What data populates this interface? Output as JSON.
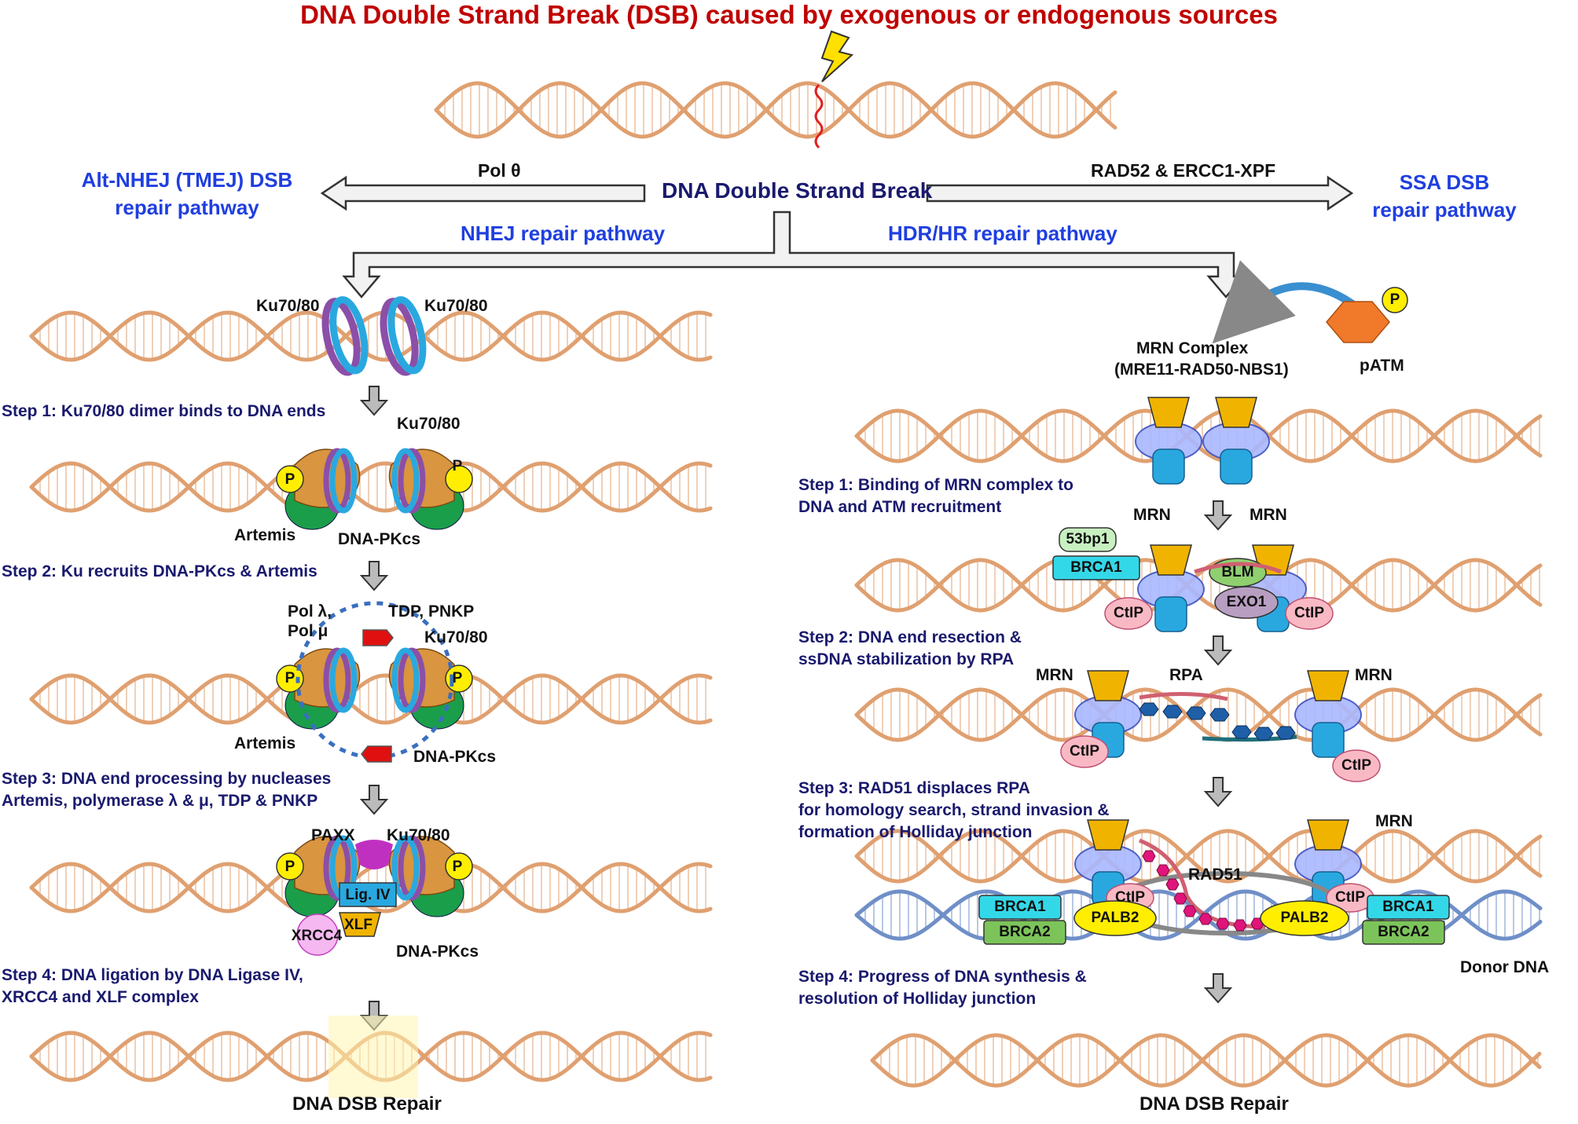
{
  "title": "DNA Double Strand Break (DSB) caused by exogenous or endogenous sources",
  "center_label": "DNA Double Strand Break",
  "left_alt": {
    "arrow_label": "Pol θ",
    "pathway_line1": "Alt-NHEJ (TMEJ) DSB",
    "pathway_line2": "repair pathway"
  },
  "right_ssa": {
    "arrow_label": "RAD52 & ERCC1-XPF",
    "pathway_line1": "SSA DSB",
    "pathway_line2": "repair pathway"
  },
  "nhej": {
    "pathway": "NHEJ repair pathway",
    "labels": {
      "ku_a": "Ku70/80",
      "ku_b": "Ku70/80",
      "ku_c": "Ku70/80",
      "ku_d": "Ku70/80",
      "ku_e": "Ku70/80",
      "artemis_a": "Artemis",
      "artemis_b": "Artemis",
      "dnapkcs_a": "DNA-PKcs",
      "dnapkcs_b": "DNA-PKcs",
      "dnapkcs_c": "DNA-PKcs",
      "pol_l1": "Pol λ,",
      "pol_l2": "Pol μ",
      "tdp": "TDP, PNKP",
      "paxx": "PAXX",
      "ligiv": "Lig. IV",
      "xrcc4": "XRCC4",
      "xlf": "XLF",
      "p": "P"
    },
    "step1": "Step 1: Ku70/80 dimer binds to DNA ends",
    "step2": "Step 2: Ku recruits DNA-PKcs & Artemis",
    "step3_l1": "Step 3: DNA end processing by nucleases",
    "step3_l2": "Artemis, polymerase λ & μ, TDP & PNKP",
    "step4_l1": "Step 4: DNA ligation by DNA Ligase IV,",
    "step4_l2": "XRCC4 and XLF complex",
    "result": "DNA DSB Repair"
  },
  "hr": {
    "pathway": "HDR/HR repair pathway",
    "mrn_complex_l1": "MRN Complex",
    "mrn_complex_l2": "(MRE11-RAD50-NBS1)",
    "patm": "pATM",
    "labels": {
      "mrn": "MRN",
      "p53bp1": "53bp1",
      "brca1": "BRCA1",
      "brca2": "BRCA2",
      "blm": "BLM",
      "exo1": "EXO1",
      "ctip": "CtIP",
      "rpa": "RPA",
      "rad51": "RAD51",
      "palb2": "PALB2",
      "donor": "Donor DNA",
      "p": "P"
    },
    "step1_l1": "Step 1: Binding of MRN complex to",
    "step1_l2": "DNA and ATM recruitment",
    "step2_l1": "Step 2: DNA end resection &",
    "step2_l2": "ssDNA stabilization by RPA",
    "step3_l1": "Step 3: RAD51 displaces RPA",
    "step3_l2": "for homology search, strand invasion &",
    "step3_l3": "formation of Holliday junction",
    "step4_l1": "Step 4: Progress of DNA synthesis &",
    "step4_l2": "resolution of Holliday junction",
    "result": "DNA DSB Repair"
  },
  "colors": {
    "title": "#c00000",
    "pathway": "#1f3fe0",
    "step": "#1a1a6e",
    "dna": "#e0a070",
    "dna_donor": "#6f8fc8",
    "ku_blue": "#29a8e0",
    "ku_purple": "#8b4fa8",
    "dnapk": "#d9953f",
    "artemis": "#1a9e4a",
    "p_yellow": "#ffee00",
    "mrn_gold": "#f0b400",
    "ctip": "#f9b9c4",
    "brca1": "#33d8e8",
    "brca2": "#7cc45a",
    "palb2": "#ffee00",
    "rad51": "#e0147a",
    "rpa": "#1f5fa8",
    "patm": "#f07a2a"
  }
}
